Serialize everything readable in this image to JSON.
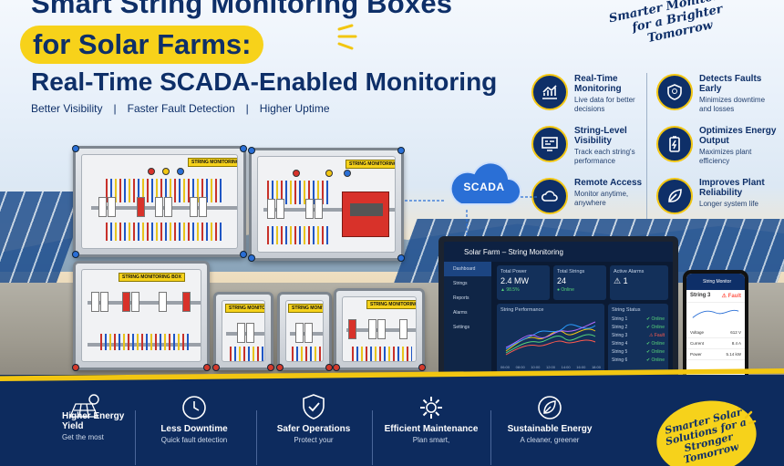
{
  "header": {
    "title_line1": "Smart String Monitoring Boxes",
    "title_line2": "for Solar Farms:",
    "title_line3": "Real-Time SCADA-Enabled Monitoring",
    "benefits": [
      "Better Visibility",
      "Faster Fault Detection",
      "Higher Uptime"
    ],
    "separator": "|",
    "slogan": "Smarter Monitoring for a Brighter Tomorrow"
  },
  "features": [
    {
      "icon": "chart-up-icon",
      "title": "Real-Time Monitoring",
      "desc": "Live data for better decisions"
    },
    {
      "icon": "shield-icon",
      "title": "Detects Faults Early",
      "desc": "Minimizes downtime and losses"
    },
    {
      "icon": "monitor-icon",
      "title": "String-Level Visibility",
      "desc": "Track each string's performance"
    },
    {
      "icon": "battery-bolt-icon",
      "title": "Optimizes Energy Output",
      "desc": "Maximizes plant efficiency"
    },
    {
      "icon": "cloud-icon",
      "title": "Remote Access",
      "desc": "Monitor anytime, anywhere"
    },
    {
      "icon": "leaf-icon",
      "title": "Improves Plant Reliability",
      "desc": "Longer system life"
    }
  ],
  "boxes": {
    "label": "STRING MONITORING BOX"
  },
  "cloud": {
    "label": "SCADA"
  },
  "dashboard": {
    "title": "Solar Farm – String Monitoring",
    "nav": [
      "Dashboard",
      "Strings",
      "Reports",
      "Alarms",
      "Settings"
    ],
    "cards": [
      {
        "label": "Total Power",
        "value": "2.4 MW",
        "sub": "▲ 98.5%"
      },
      {
        "label": "Total Strings",
        "value": "24",
        "sub": "● Online"
      },
      {
        "label": "Active Alarms",
        "value": "⚠ 1",
        "sub": ""
      }
    ],
    "perf_title": "String Performance",
    "perf_times": [
      "06:00",
      "08:00",
      "10:00",
      "12:00",
      "14:00",
      "16:00",
      "18:00"
    ],
    "status_title": "String Status",
    "status_rows": [
      {
        "name": "String 1",
        "status": "✔ Online"
      },
      {
        "name": "String 2",
        "status": "✔ Online"
      },
      {
        "name": "String 3",
        "status": "⚠ Fault"
      },
      {
        "name": "String 4",
        "status": "✔ Online"
      },
      {
        "name": "String 5",
        "status": "✔ Online"
      },
      {
        "name": "String 6",
        "status": "✔ Online"
      }
    ]
  },
  "phone": {
    "title": "String Monitor",
    "string": "String 3",
    "status": "⚠ Fault",
    "rows": [
      {
        "k": "Voltage",
        "v": "612 V"
      },
      {
        "k": "Current",
        "v": "8.4 A"
      },
      {
        "k": "Power",
        "v": "5.14 kW"
      }
    ]
  },
  "bottom": [
    {
      "icon": "solar-panel-icon",
      "title": "Higher Energy Yield",
      "desc": "Get the most"
    },
    {
      "icon": "clock-icon",
      "title": "Less Downtime",
      "desc": "Quick fault detection"
    },
    {
      "icon": "shield-check-icon",
      "title": "Safer Operations",
      "desc": "Protect your"
    },
    {
      "icon": "gear-icon",
      "title": "Efficient Maintenance",
      "desc": "Plan smart,"
    },
    {
      "icon": "leaf-icon",
      "title": "Sustainable Energy",
      "desc": "A cleaner, greener"
    }
  ],
  "bottom_slogan": "Smarter Solar Solutions for a Stronger Tomorrow",
  "colors": {
    "navy": "#0e2f68",
    "yellow": "#f2c611",
    "online": "#56d37a",
    "fault": "#ff5a4d"
  }
}
